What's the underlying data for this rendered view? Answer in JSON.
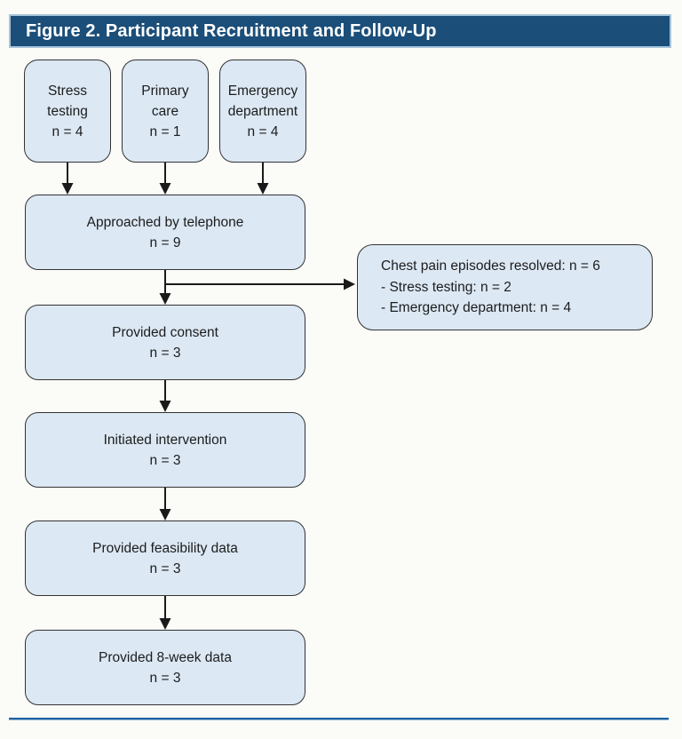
{
  "header": {
    "title": "Figure 2. Participant Recruitment and Follow-Up"
  },
  "flow": {
    "sources": [
      {
        "label": "Stress testing",
        "n": "n = 4"
      },
      {
        "label": "Primary care",
        "n": "n = 1"
      },
      {
        "label": "Emergency department",
        "n": "n = 4"
      }
    ],
    "steps": {
      "approached": {
        "label": "Approached by telephone",
        "n": "n = 9"
      },
      "consent": {
        "label": "Provided consent",
        "n": "n = 3"
      },
      "initiated": {
        "label": "Initiated intervention",
        "n": "n = 3"
      },
      "feasibility": {
        "label": "Provided feasibility data",
        "n": "n = 3"
      },
      "week8": {
        "label": "Provided 8-week data",
        "n": "n = 3"
      }
    },
    "side_box": {
      "lines": [
        "Chest pain episodes resolved: n = 6",
        "- Stress testing: n = 2",
        "- Emergency department: n = 4"
      ]
    }
  },
  "colors": {
    "header_bg": "#1b4e79",
    "header_border": "#a7c4da",
    "box_fill": "#dce8f4",
    "box_border": "#333333",
    "arrow": "#1a1a1a",
    "footer_rule": "#2062a2",
    "background": "#fbfbf8"
  }
}
